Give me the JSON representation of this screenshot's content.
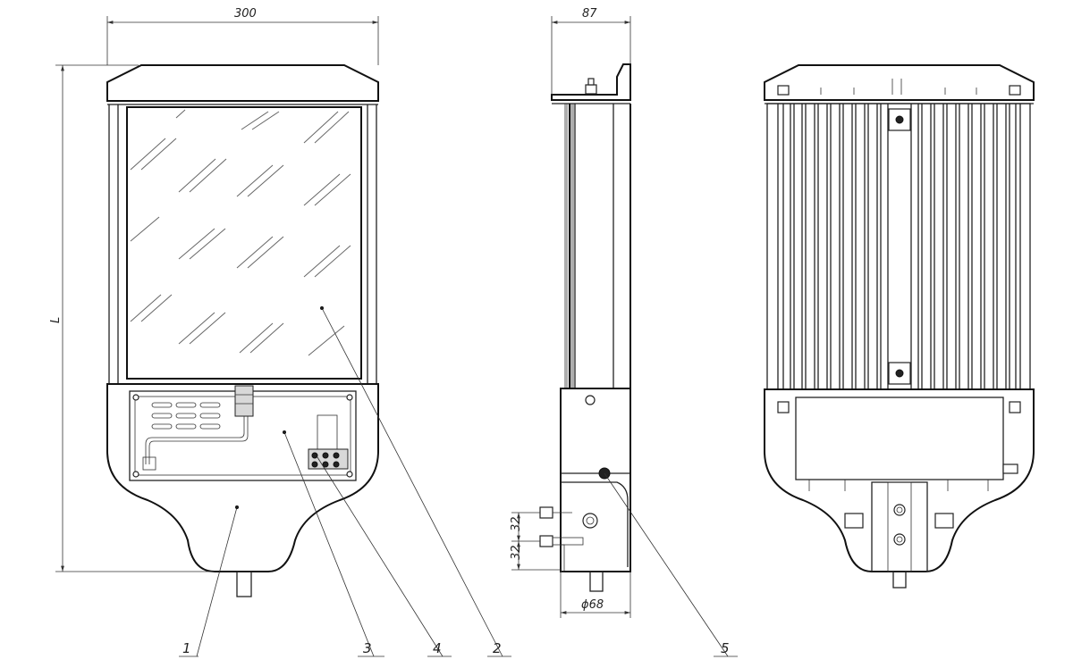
{
  "dimensions": {
    "width_front": "300",
    "depth_side": "87",
    "length": "L",
    "spacing_top": "32",
    "spacing_bottom": "32",
    "pipe_diameter": "ϕ68"
  },
  "callouts": [
    "1",
    "3",
    "4",
    "2",
    "5"
  ]
}
